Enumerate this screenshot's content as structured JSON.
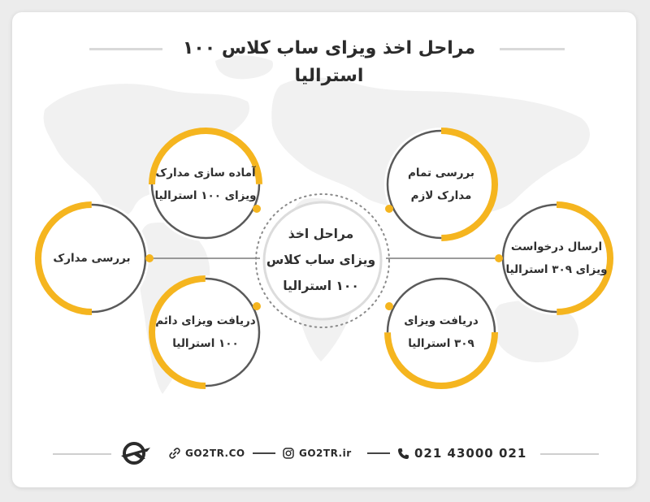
{
  "title": "مراحل اخذ ویزای ساب کلاس ۱۰۰ استرالیا",
  "center": {
    "line1": "مراحل اخذ",
    "line2": "ویزای ساب کلاس",
    "line3": "۱۰۰ استرالیا"
  },
  "nodes": {
    "review_docs": {
      "line1": "بررسی مدارک"
    },
    "prepare_docs": {
      "line1": "آماده سازی مدارک",
      "line2": "ویزای ۱۰۰ استرالیا"
    },
    "permanent_visa": {
      "line1": "دریافت ویزای دائم",
      "line2": "۱۰۰ استرالیا"
    },
    "review_all": {
      "line1": "بررسی تمام",
      "line2": "مدارک لازم"
    },
    "send_request": {
      "line1": "ارسال درخواست",
      "line2": "ویزای ۳۰۹ استرالیا"
    },
    "receive_309": {
      "line1": "دریافت ویزای",
      "line2": "۳۰۹ استرالیا"
    }
  },
  "colors": {
    "accent": "#f5b51f",
    "ring_gray": "#5a5a5a",
    "text": "#2f2f2f"
  },
  "footer": {
    "website": "GO2TR.CO",
    "instagram": "GO2TR.ir",
    "phone": "021 43000 021",
    "icons": [
      "logo-icon",
      "link-icon",
      "instagram-icon",
      "phone-icon"
    ]
  }
}
